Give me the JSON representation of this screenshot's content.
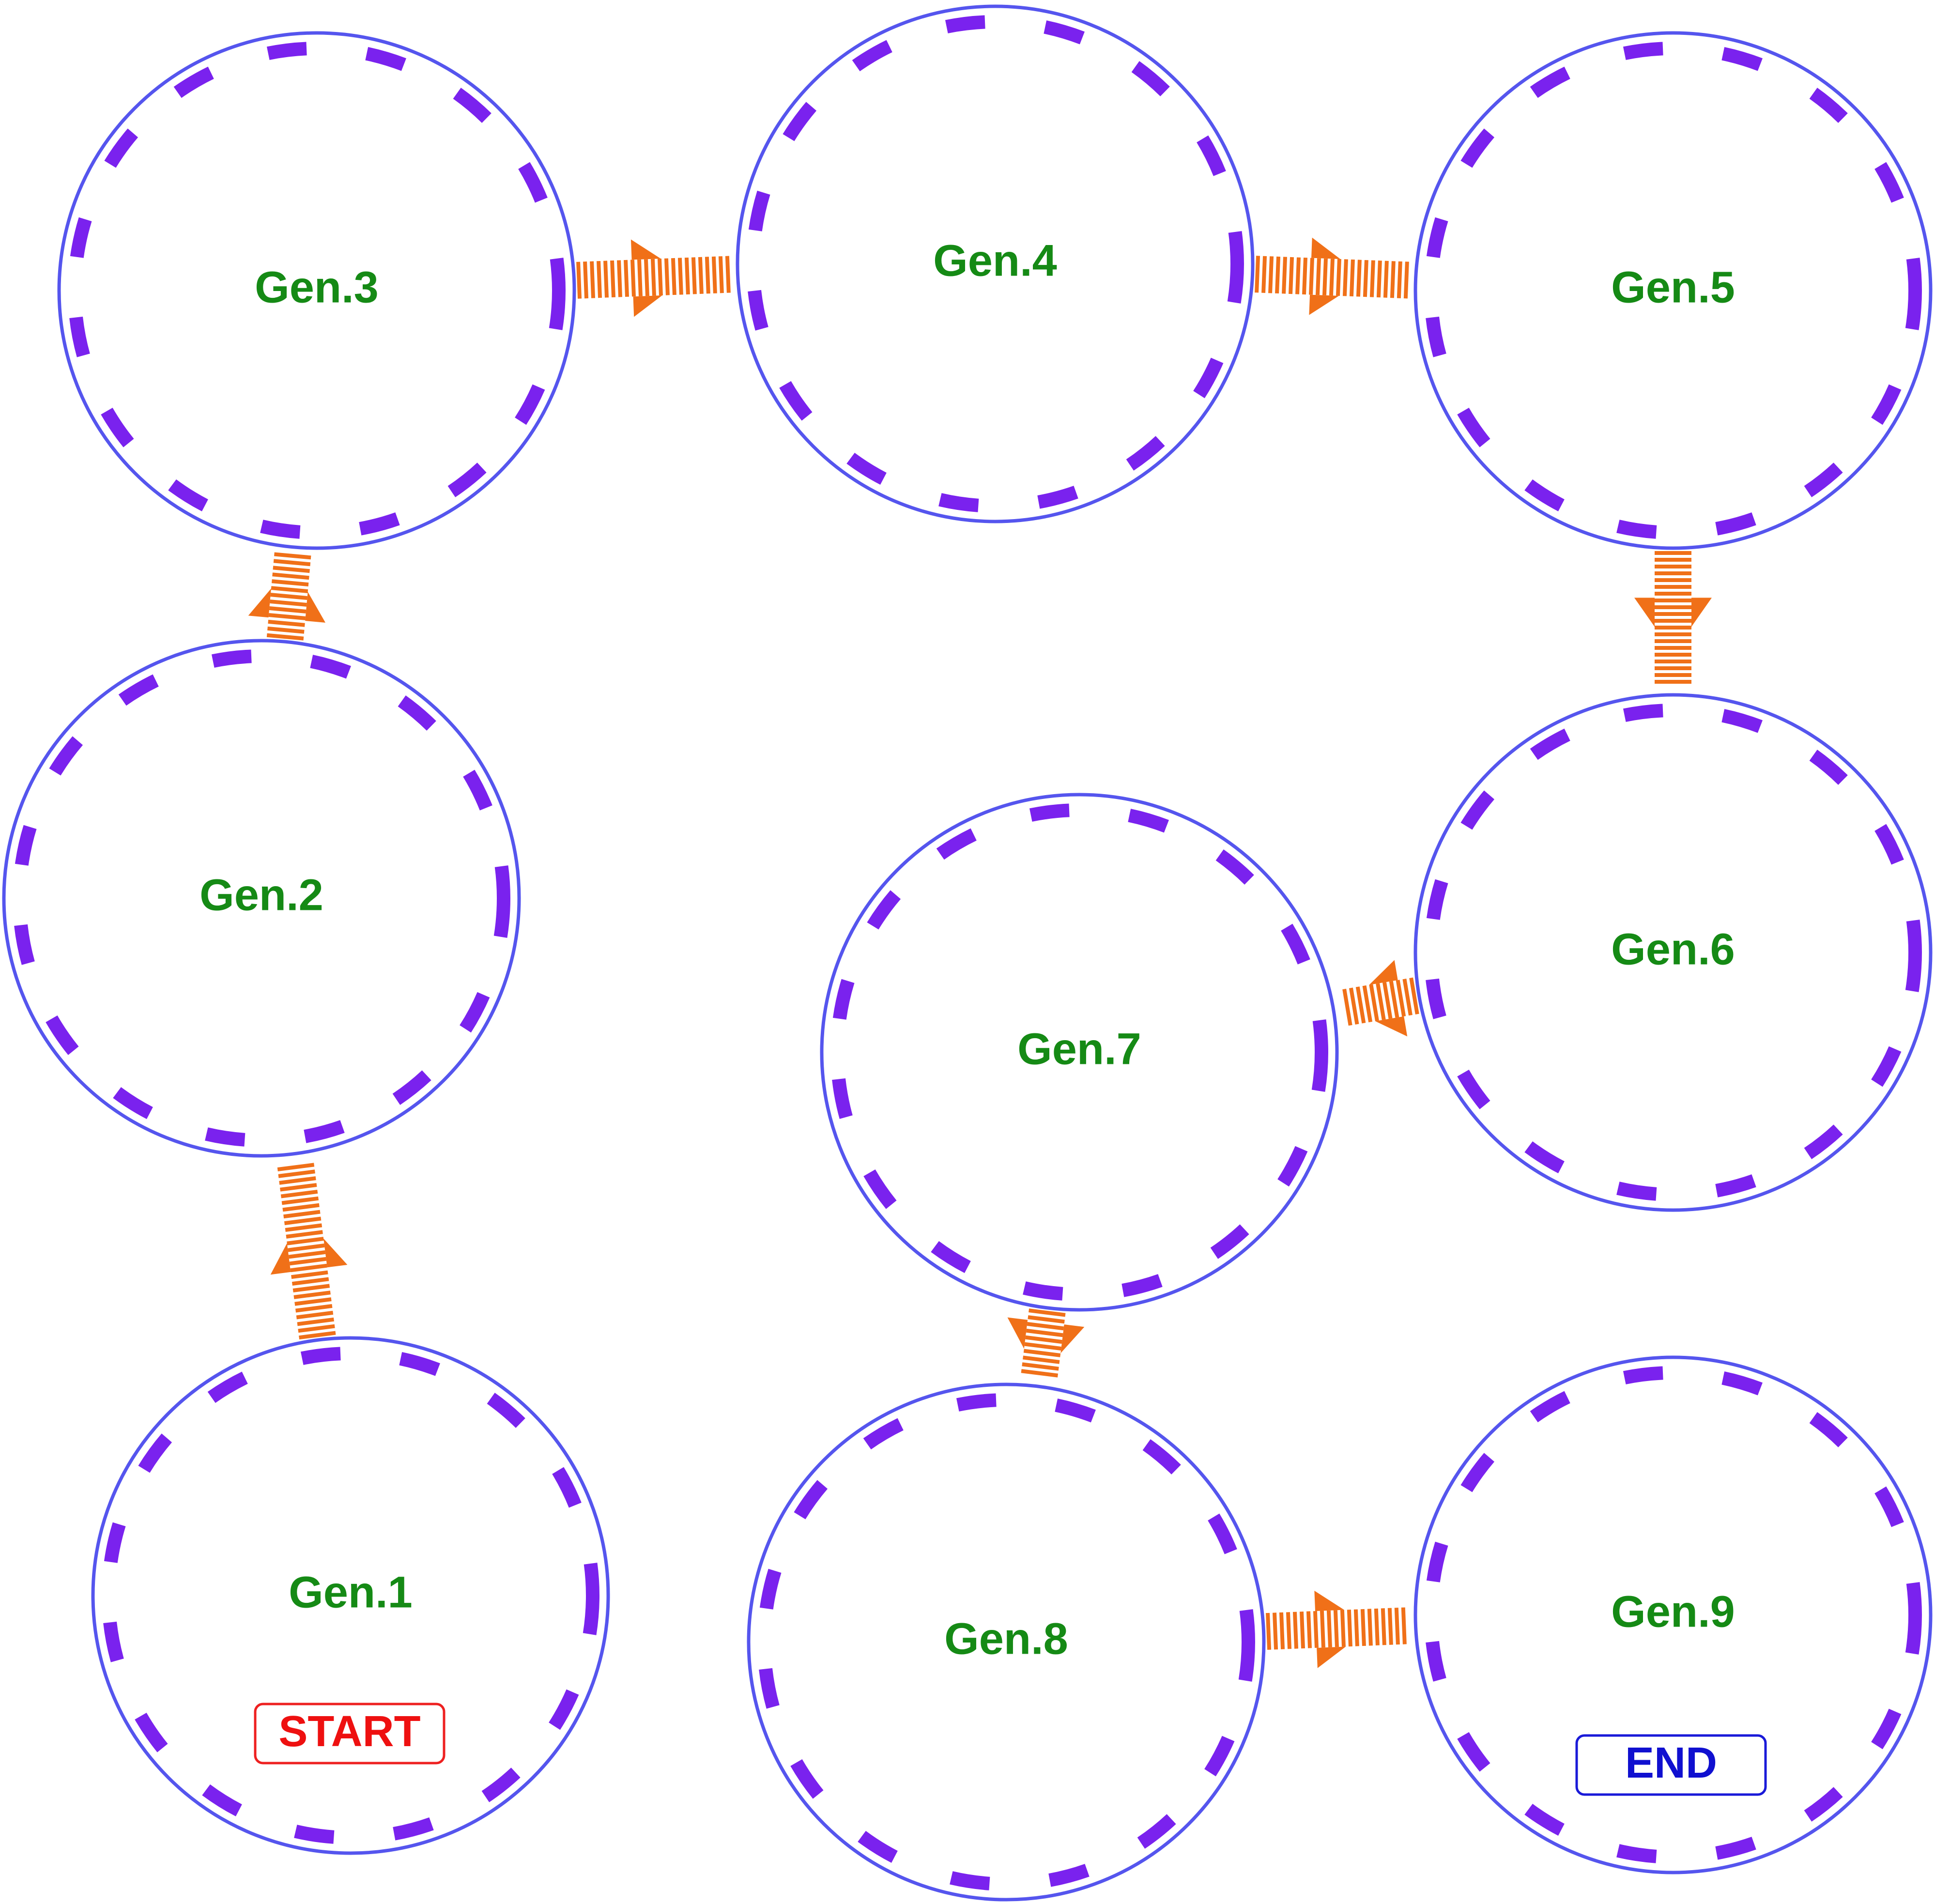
{
  "nodes": [
    {
      "id": "gen1",
      "label": "Gen.1"
    },
    {
      "id": "gen2",
      "label": "Gen.2"
    },
    {
      "id": "gen3",
      "label": "Gen.3"
    },
    {
      "id": "gen4",
      "label": "Gen.4"
    },
    {
      "id": "gen5",
      "label": "Gen.5"
    },
    {
      "id": "gen6",
      "label": "Gen.6"
    },
    {
      "id": "gen7",
      "label": "Gen.7"
    },
    {
      "id": "gen8",
      "label": "Gen.8"
    },
    {
      "id": "gen9",
      "label": "Gen.9"
    }
  ],
  "tags": {
    "start": "START",
    "end": "END"
  },
  "edges": [
    {
      "from": "gen1",
      "to": "gen2"
    },
    {
      "from": "gen2",
      "to": "gen3"
    },
    {
      "from": "gen3",
      "to": "gen4"
    },
    {
      "from": "gen4",
      "to": "gen5"
    },
    {
      "from": "gen5",
      "to": "gen6"
    },
    {
      "from": "gen6",
      "to": "gen7"
    },
    {
      "from": "gen7",
      "to": "gen8"
    },
    {
      "from": "gen8",
      "to": "gen9"
    }
  ],
  "colors": {
    "node_outline": "#5555ee",
    "node_dashes": "#7a22ee",
    "label_text": "#158a15",
    "arrow": "#f07018",
    "start_tag": "#ee1010",
    "end_tag": "#1010d0"
  }
}
